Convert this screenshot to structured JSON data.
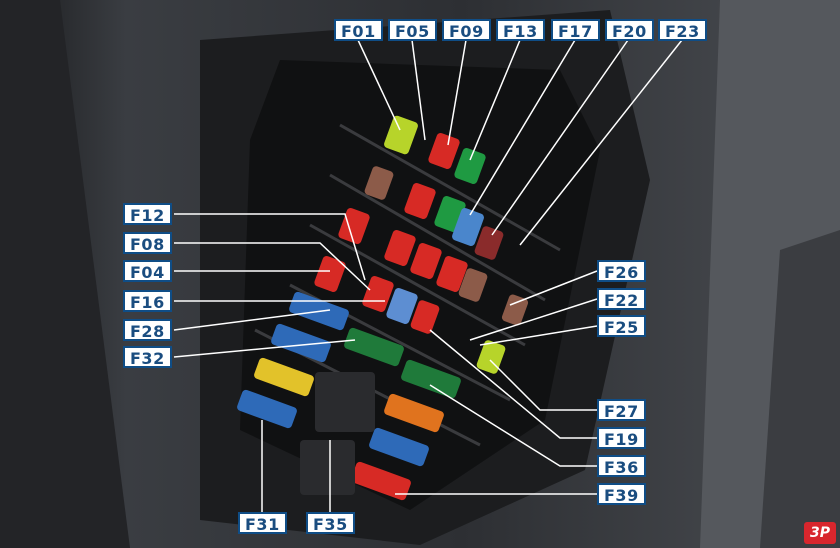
{
  "fuses": {
    "f01": "F01",
    "f05": "F05",
    "f09": "F09",
    "f13": "F13",
    "f17": "F17",
    "f20": "F20",
    "f23": "F23",
    "f12": "F12",
    "f08": "F08",
    "f04": "F04",
    "f16": "F16",
    "f28": "F28",
    "f32": "F32",
    "f26": "F26",
    "f22": "F22",
    "f25": "F25",
    "f27": "F27",
    "f19": "F19",
    "f36": "F36",
    "f39": "F39",
    "f31": "F31",
    "f35": "F35"
  },
  "badge": "3P",
  "colors": {
    "label_border": "#0f4d86",
    "label_text": "#1a4d80",
    "leader": "#ffffff",
    "badge": "#d8262d"
  }
}
